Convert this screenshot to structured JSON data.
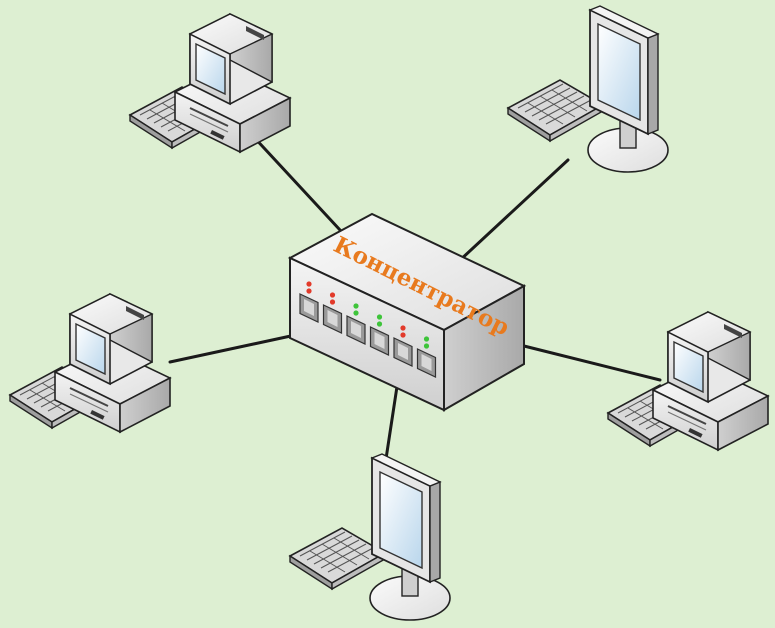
{
  "hub": {
    "label": "Концентратор",
    "port_count": 6,
    "led_colors": [
      "#e23a2a",
      "#e23a2a",
      "#3ec43a",
      "#3ec43a",
      "#e23a2a",
      "#3ec43a"
    ]
  },
  "computers": [
    {
      "id": "top-left",
      "kind": "tower"
    },
    {
      "id": "top-right",
      "kind": "monitor"
    },
    {
      "id": "mid-left",
      "kind": "tower"
    },
    {
      "id": "mid-right",
      "kind": "tower"
    },
    {
      "id": "bottom",
      "kind": "monitor"
    }
  ],
  "colors": {
    "background": "#ddefd2",
    "label": "#e87a1e",
    "cable": "#1a1a1a"
  }
}
